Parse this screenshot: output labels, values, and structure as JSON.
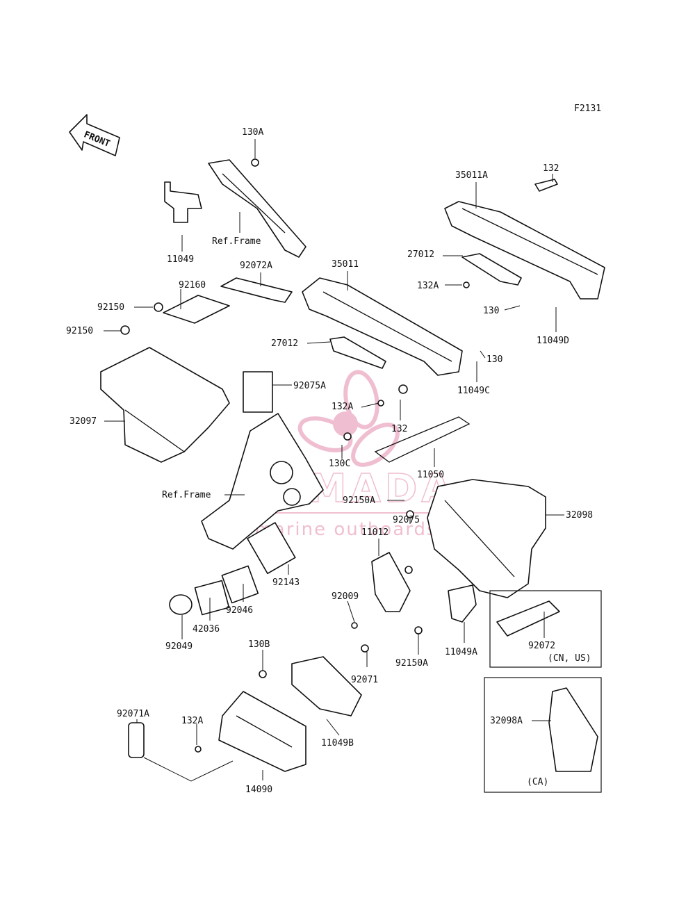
{
  "figure_code": "F2131",
  "front_arrow_label": "FRONT",
  "watermark": {
    "brand": "ARMADA",
    "tagline": "marine outboards",
    "color": "#e48aac"
  },
  "labels": {
    "l130A": "130A",
    "l11049": "11049",
    "refFrame1": "Ref.Frame",
    "l35011A": "35011A",
    "l132top": "132",
    "l92072A": "92072A",
    "l35011": "35011",
    "l27012a": "27012",
    "l92160": "92160",
    "l92150a": "92150",
    "l92150b": "92150",
    "l132Aa": "132A",
    "l130a": "130",
    "l11049D": "11049D",
    "l27012b": "27012",
    "l130b": "130",
    "l11049C": "11049C",
    "l92075A": "92075A",
    "l32097": "32097",
    "l132Ab": "132A",
    "l132mid": "132",
    "l130C": "130C",
    "l11050": "11050",
    "refFrame2": "Ref.Frame",
    "l92150Aa": "92150A",
    "l32098": "32098",
    "l92075": "92075",
    "l11012": "11012",
    "l92143": "92143",
    "l92009": "92009",
    "l92046": "92046",
    "l42036": "42036",
    "l92049": "92049",
    "l11049A": "11049A",
    "l92150Ab": "92150A",
    "l92072": "92072",
    "lCNUS": "(CN, US)",
    "l130B": "130B",
    "l92071": "92071",
    "l92071A": "92071A",
    "l132Ac": "132A",
    "l11049B": "11049B",
    "l32098A": "32098A",
    "lCA": "(CA)",
    "l14090": "14090"
  }
}
